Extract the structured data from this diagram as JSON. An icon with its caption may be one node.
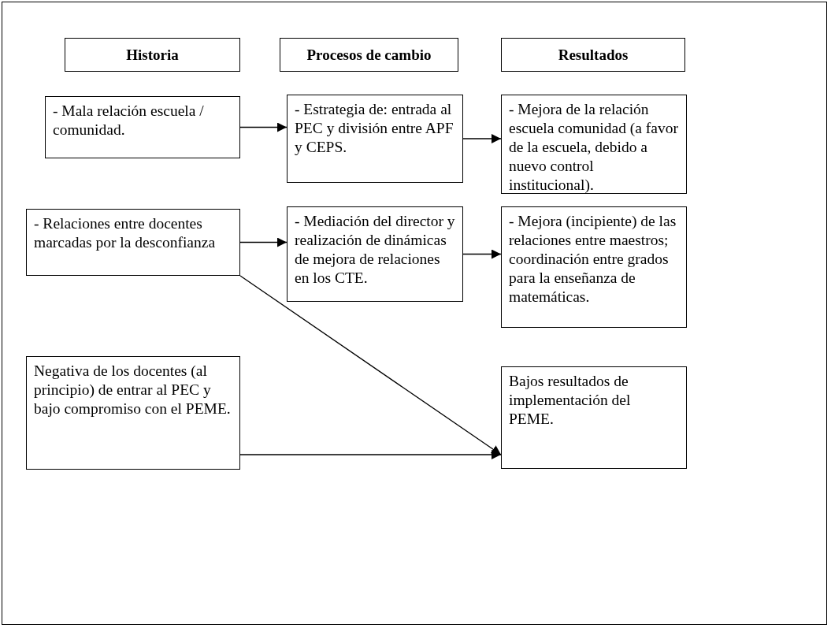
{
  "diagram": {
    "nodes": [
      {
        "text": [
          "Historia"
        ]
      },
      {
        "text": [
          "Procesos de cambio"
        ]
      },
      {
        "text": [
          "Resultados"
        ]
      },
      {
        "text": [
          "- Mala relación escuela / comunidad."
        ]
      },
      {
        "text": [
          "- Estrategia de: entrada al PEC y división entre APF y CEPS."
        ]
      },
      {
        "text": [
          "- Mejora de la relación escuela  comunidad (a favor de la escuela, debido a nuevo control institucional)."
        ]
      },
      {
        "text": [
          "- Relaciones entre docentes marcadas por la desconfianza"
        ]
      },
      {
        "text": [
          "- Mediación del director y realización de dinámicas de mejora de relaciones en los CTE."
        ]
      },
      {
        "text": [
          "- Mejora (incipiente) de las relaciones entre maestros; coordinación entre grados para la enseñanza de matemáticas."
        ]
      },
      {
        "text": [
          "Negativa de los docentes (al principio) de entrar al PEC y bajo compromiso con el PEME."
        ]
      },
      {
        "text": [
          "Bajos resultados de implementación del PEME."
        ]
      }
    ],
    "edges": [
      {
        "from": 3,
        "to": 4,
        "arrow": "to"
      },
      {
        "from": 4,
        "to": 5,
        "arrow": "to"
      },
      {
        "from": 6,
        "to": 7,
        "arrow": "to"
      },
      {
        "from": 7,
        "to": 8,
        "arrow": "to"
      },
      {
        "from": 6,
        "to": 10,
        "arrow": "to"
      },
      {
        "from": 9,
        "to": 10,
        "arrow": "to"
      }
    ]
  }
}
